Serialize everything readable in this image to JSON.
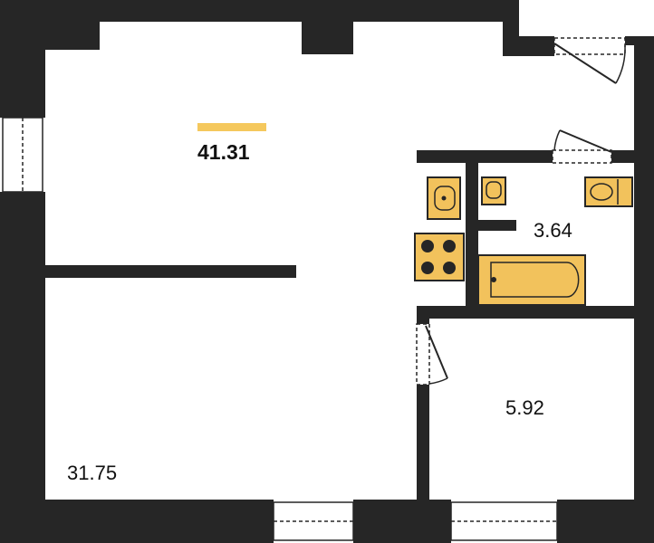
{
  "plan": {
    "total_area": "41.31",
    "rooms": [
      {
        "id": "living",
        "area": "31.75"
      },
      {
        "id": "bathroom",
        "area": "3.64"
      },
      {
        "id": "room",
        "area": "5.92"
      }
    ]
  },
  "colors": {
    "wall": "#262626",
    "fixture": "#f2c25c",
    "accent_bar": "#f5c85d",
    "floor": "#ffffff"
  },
  "icons": [
    "window-icon",
    "door-icon",
    "sink-icon",
    "toilet-icon",
    "bathtub-icon",
    "stove-icon"
  ]
}
